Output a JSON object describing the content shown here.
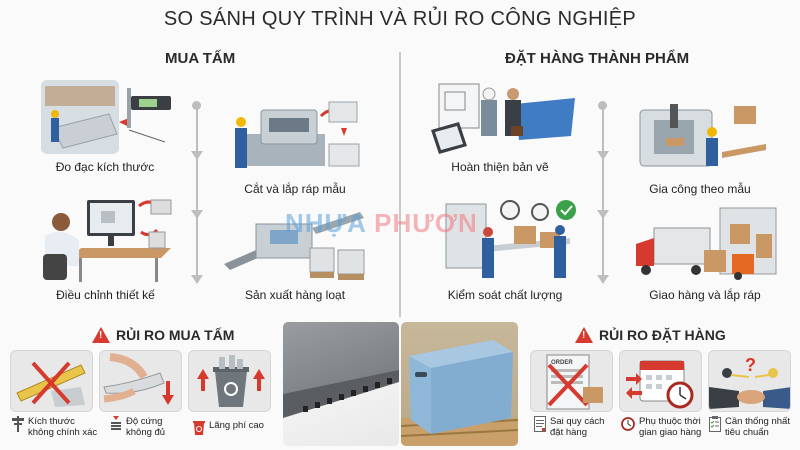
{
  "title": "SO SÁNH QUY TRÌNH VÀ RỦI RO CÔNG NGHIỆP",
  "watermark": {
    "part1": "NHỰA",
    "part2": "PHƯƠN"
  },
  "left_column": {
    "heading": "MUA TẤM",
    "steps": [
      {
        "label": "Đo đạc kích thước",
        "icon": "measuring-caliper"
      },
      {
        "label": "Cắt và lắp ráp mẫu",
        "icon": "cutting-machine"
      },
      {
        "label": "Điều chỉnh thiết kế",
        "icon": "computer-design"
      },
      {
        "label": "Sản xuất hàng loạt",
        "icon": "production-line"
      }
    ],
    "risks": {
      "heading": "RỦI RO MUA TẤM",
      "items": [
        {
          "label_line1": "Kích thước",
          "label_line2": "không chính xác",
          "icon": "caliper-icon"
        },
        {
          "label_line1": "Độ cứng",
          "label_line2": "không đủ",
          "icon": "spring-icon"
        },
        {
          "label_line1": "Lãng phí cao",
          "label_line2": "",
          "icon": "recycle-bin-icon"
        }
      ]
    }
  },
  "right_column": {
    "heading": "ĐẶT HÀNG THÀNH PHẨM",
    "steps": [
      {
        "label": "Hoàn thiện bản vẽ",
        "icon": "blueprint-handshake"
      },
      {
        "label": "Gia công theo mẫu",
        "icon": "cnc-machine"
      },
      {
        "label": "Kiểm soát chất lượng",
        "icon": "quality-inspection"
      },
      {
        "label": "Giao hàng và lắp ráp",
        "icon": "delivery-truck"
      }
    ],
    "risks": {
      "heading": "RỦI RO ĐẶT HÀNG",
      "items": [
        {
          "label_line1": "Sai quy cách",
          "label_line2": "đặt hàng",
          "icon": "document-icon",
          "card_text": "ORDER"
        },
        {
          "label_line1": "Phụ thuộc thời",
          "label_line2": "gian giao hàng",
          "icon": "clock-icon"
        },
        {
          "label_line1": "Cần thống nhất",
          "label_line2": "tiêu chuẩn",
          "icon": "checklist-icon"
        }
      ]
    }
  },
  "photos": [
    {
      "name": "corrugated-plastic-sheet",
      "color": "#8a8d90"
    },
    {
      "name": "blue-plastic-box-on-pallet",
      "color": "#8fb8d8"
    }
  ],
  "colors": {
    "accent_red": "#d63a2f",
    "timeline_gray": "#bdbdbd",
    "text": "#2a2a2a",
    "card_bg": "#e8e8e8"
  }
}
